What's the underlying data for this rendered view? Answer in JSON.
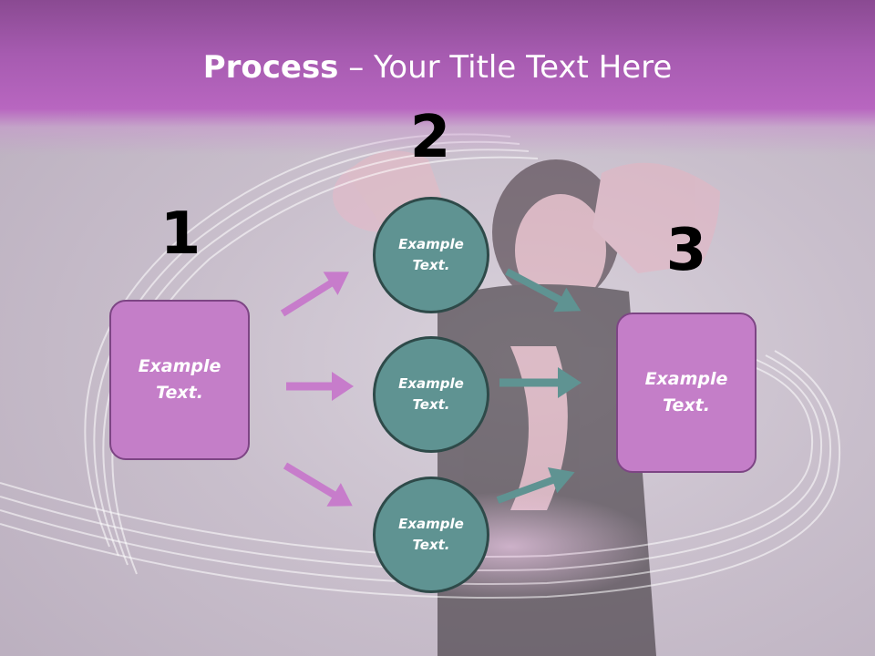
{
  "title": {
    "bold": "Process",
    "rest": " – Your Title Text Here"
  },
  "steps": [
    {
      "number": "1",
      "label": "Example Text."
    },
    {
      "number": "2",
      "label": "Example Text."
    },
    {
      "number": "3",
      "label": "Example Text."
    }
  ],
  "circles": [
    {
      "label": "Example Text."
    },
    {
      "label": "Example Text."
    },
    {
      "label": "Example Text."
    }
  ],
  "colors": {
    "title_band": "#b866c0",
    "box_fill": "#c47ec8",
    "box_border": "#7d4584",
    "circle_fill": "#5f9392",
    "circle_border": "#2e4a49",
    "arrow_left": "#c77ccb",
    "arrow_right": "#5f9392"
  }
}
